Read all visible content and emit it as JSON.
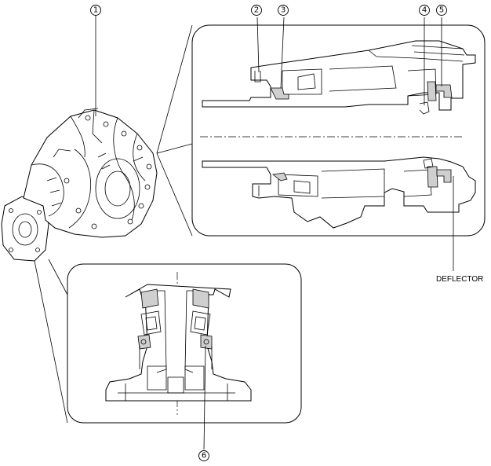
{
  "callouts": {
    "c1": "1",
    "c2": "2",
    "c3": "3",
    "c4": "4",
    "c5": "5",
    "c6": "6"
  },
  "labels": {
    "deflector": "DEFLECTOR"
  }
}
